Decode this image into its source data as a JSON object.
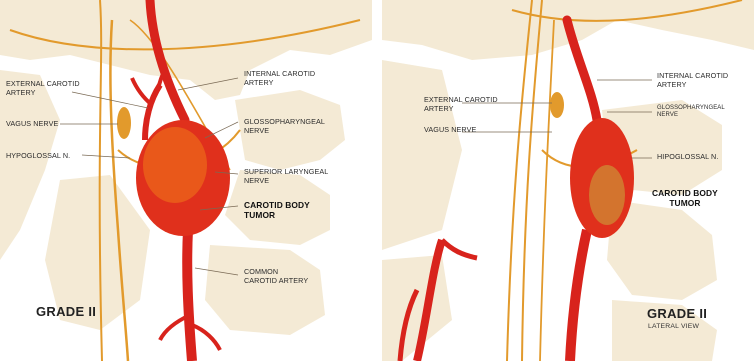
{
  "colors": {
    "bone": "#f4ead5",
    "artery": "#d8231c",
    "artery_dark": "#a9140f",
    "nerve": "#e29a2c",
    "tumor": "#e0301c",
    "tumor_highlight": "#f07a1a",
    "leader": "#7a6a55"
  },
  "left": {
    "labels": {
      "external_carotid": "EXTERNAL CAROTID\nARTERY",
      "vagus": "VAGUS NERVE",
      "hypoglossal": "HYPOGLOSSAL N.",
      "internal_carotid": "INTERNAL CAROTID\nARTERY",
      "glossopharyngeal": "GLOSSOPHARYNGEAL\nNERVE",
      "superior_laryngeal": "SUPERIOR LARYNGEAL\nNERVE",
      "tumor": "CAROTID BODY\nTUMOR",
      "common_carotid": "COMMON\nCAROTID ARTERY"
    },
    "grade": "GRADE II"
  },
  "right": {
    "labels": {
      "external_carotid": "EXTERNAL CAROTID\nARTERY",
      "vagus": "VAGUS NERVE",
      "internal_carotid": "INTERNAL CAROTID\nARTERY",
      "glossopharyngeal": "GLOSSOPHARYNGEAL\nNERVE",
      "hypoglossal": "HIPOGLOSSAL N.",
      "tumor": "CAROTID BODY\nTUMOR"
    },
    "grade": "GRADE II",
    "view": "LATERAL VIEW"
  }
}
